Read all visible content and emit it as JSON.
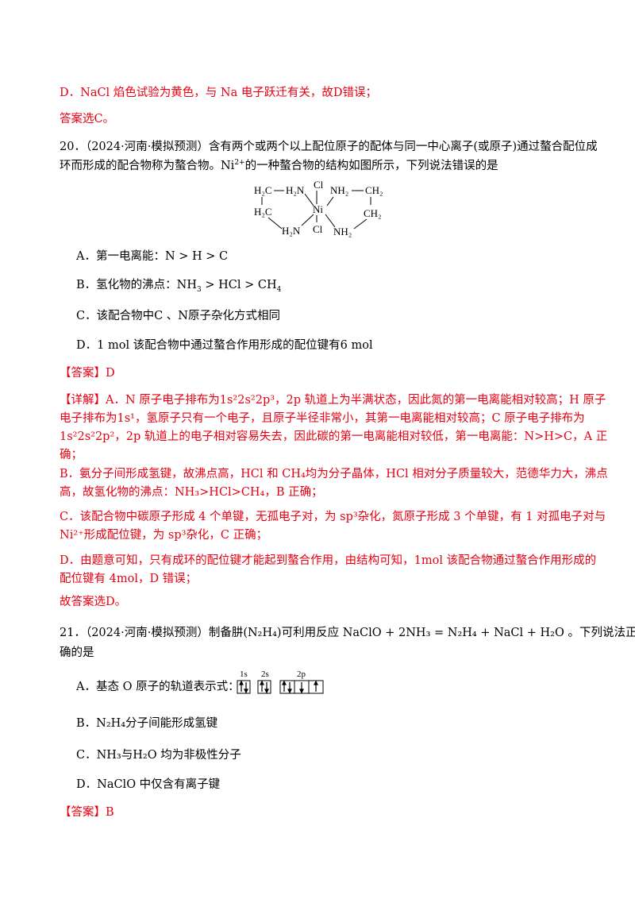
{
  "prev": {
    "line_d": "D．NaCl 焰色试验为黄色，与 Na 电子跃迁有关，故D错误；",
    "answer": "答案选C。"
  },
  "q20": {
    "stem_line1": "20．（2024·河南·模拟预测）含有两个或两个以上配位原子的配体与同一中心离子(或原子)通过螯合配位成",
    "stem_line2_a": "环而形成的配合物称为螯合物。Ni",
    "stem_line2_sup": "2+",
    "stem_line2_b": "的一种螯合物的结构如图所示，下列说法错误的是",
    "molecule": {
      "h2c_top": "H₂C",
      "h2n_top": "H₂N",
      "cl_top": "Cl",
      "nh2_top": "NH₂",
      "ch2_top": "CH₂",
      "h2c_mid": "H₂C",
      "ni": "Ni",
      "ch2_mid": "CH₂",
      "h2n_bot": "H₂N",
      "cl_bot": "Cl",
      "nh2_bot": "NH₂"
    },
    "options": {
      "a": "A．第一电离能：N > H > C",
      "b_a": "B．氢化物的沸点：NH",
      "b_b": " > HCl > CH",
      "c": "C．该配合物中C 、N原子杂化方式相同",
      "d": "D．1 mol 该配合物中通过螯合作用形成的配位键有6 mol"
    },
    "answer": "【答案】D",
    "explain_a1": "【详解】A．N 原子电子排布为1s²2s²2p³，2p 轨道上为半满状态，因此氮的第一电离能相对较高；H 原子",
    "explain_a2": "电子排布为1s¹，氢原子只有一个电子，且原子半径非常小，其第一电离能相对较高；C 原子电子排布为",
    "explain_a3": "1s²2s²2p²，2p 轨道上的电子相对容易失去，因此碳的第一电离能相对较低，第一电离能：N>H>C，A 正",
    "explain_a4": "确；",
    "explain_b1": "B．氨分子间形成氢键，故沸点高，HCl 和 CH₄均为分子晶体，HCl 相对分子质量较大，范德华力大，沸点",
    "explain_b2": "高，故氢化物的沸点：NH₃>HCl>CH₄，B 正确；",
    "explain_c1": "C．该配合物中碳原子形成 4 个单键，无孤电子对，为 sp³杂化，氮原子形成 3 个单键，有 1 对孤电子对与",
    "explain_c2": "Ni²⁺形成配位键，为 sp³杂化，C 正确；",
    "explain_d1": "D．由题意可知，只有成环的配位键才能起到螯合作用，由结构可知，1mol 该配合物通过螯合作用形成的",
    "explain_d2": "配位键有 4mol，D 错误；",
    "conclusion": "故答案选D。"
  },
  "q21": {
    "stem_line1": "21．（2024·河南·模拟预测）制备肼(N₂H₄)可利用反应 NaClO + 2NH₃ = N₂H₄ + NaCl + H₂O 。下列说法正",
    "stem_line2": "确的是",
    "options": {
      "a": "A．基态 O 原子的轨道表示式：",
      "b": "B．N₂H₄分子间能形成氢键",
      "c": "C．NH₃与H₂O 均为非极性分子",
      "d": "D．NaClO 中仅含有离子键"
    },
    "orbital": {
      "l1s": "1s",
      "l2s": "2s",
      "l2p": "2p"
    },
    "answer": "【答案】B"
  }
}
